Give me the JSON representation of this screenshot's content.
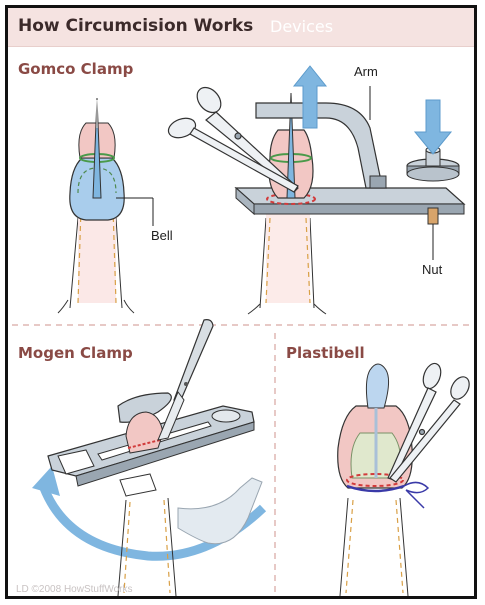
{
  "header": {
    "title": "How Circumcision Works",
    "subtitle": "Devices"
  },
  "sections": {
    "gomco": {
      "title": "Gomco Clamp"
    },
    "mogen": {
      "title": "Mogen Clamp"
    },
    "plastibell": {
      "title": "Plastibell"
    }
  },
  "labels": {
    "arm": "Arm",
    "bell": "Bell",
    "nut": "Nut"
  },
  "credit": "LD ©2008 HowStuffWorks",
  "colors": {
    "header_bg": "#f5e3e1",
    "section_title": "#8a4a45",
    "arrow_blue": "#7fb6e0",
    "device_blue": "#b9d5ee",
    "metal": "#b9c3cc",
    "skin": "#f2c7c4",
    "cut_line": "#d23b3b",
    "divider": "#e7c9c6"
  }
}
